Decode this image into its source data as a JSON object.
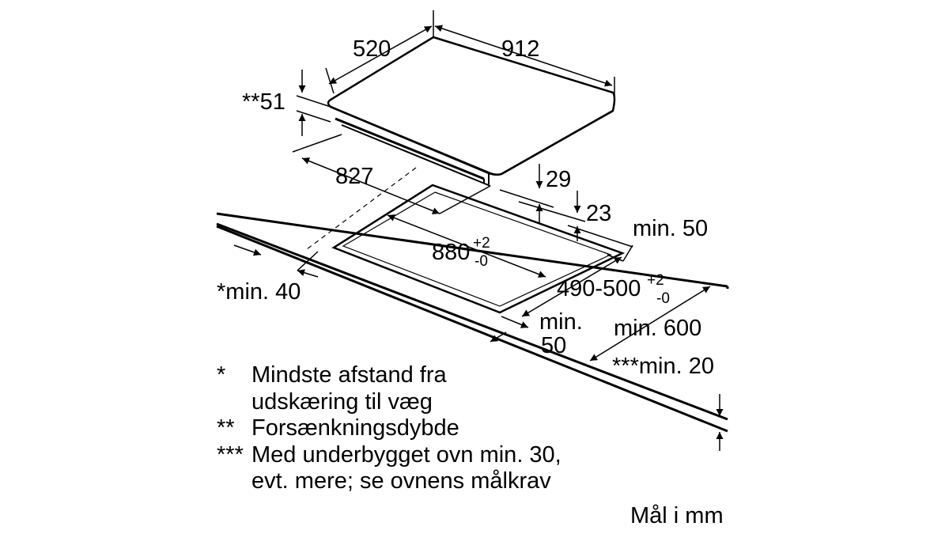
{
  "dimensions": {
    "depth": "520",
    "width": "912",
    "countersink_depth": "**51",
    "frame_width": "827",
    "height_upper": "29",
    "height_lower": "23",
    "margin_right": "min. 50",
    "cutout_width": "880",
    "cutout_width_tol_upper": "+2",
    "cutout_width_tol_lower": "-0",
    "wall_distance": "*min. 40",
    "cutout_depth": "490-500",
    "cutout_depth_tol_upper": "+2",
    "cutout_depth_tol_lower": "-0",
    "front_margin_line1": "min.",
    "front_margin_line2": "50",
    "worktop_depth": "min. 600",
    "worktop_thickness": "***min. 20"
  },
  "legend": [
    {
      "mark": "*",
      "lines": [
        "Mindste afstand fra",
        "udskæring til væg"
      ]
    },
    {
      "mark": "**",
      "lines": [
        "Forsænkningsdybde"
      ]
    },
    {
      "mark": "***",
      "lines": [
        "Med underbygget ovn min. 30,",
        "evt. mere; se ovnens målkrav"
      ]
    }
  ],
  "unit_note": "Mål i mm"
}
